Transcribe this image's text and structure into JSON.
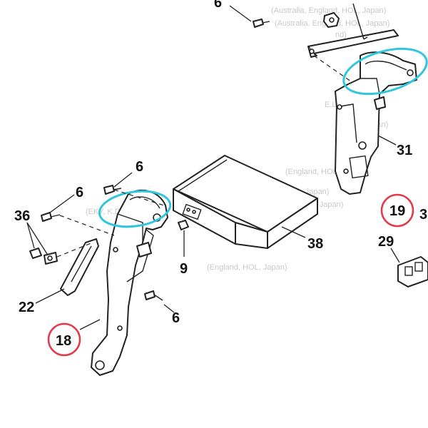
{
  "callouts": {
    "c6_top": "6",
    "c6_mid": "6",
    "c6_left": "6",
    "c6_bottom": "6",
    "c36": "36",
    "c22": "22",
    "c18": "18",
    "c9": "9",
    "c38": "38",
    "c31": "31",
    "c19": "19",
    "c3": "3",
    "c29": "29"
  },
  "colors": {
    "highlight_red": "#e23a4a",
    "highlight_cyan": "#2fc6de",
    "line": "#222222"
  }
}
